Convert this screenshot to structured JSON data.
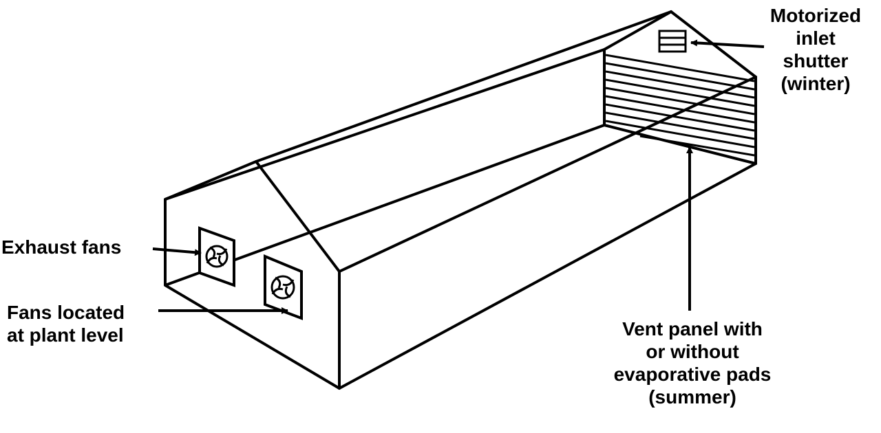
{
  "colors": {
    "ink": "#000000",
    "background": "#ffffff"
  },
  "labels": {
    "motorized_inlet_shutter": [
      "Motorized",
      "inlet",
      "shutter",
      "(winter)"
    ],
    "exhaust_fans": [
      "Exhaust fans"
    ],
    "fans_plant_level": [
      "Fans located",
      "at plant level"
    ],
    "vent_panel": [
      "Vent panel with",
      "or without",
      "evaporative pads",
      "(summer)"
    ]
  }
}
